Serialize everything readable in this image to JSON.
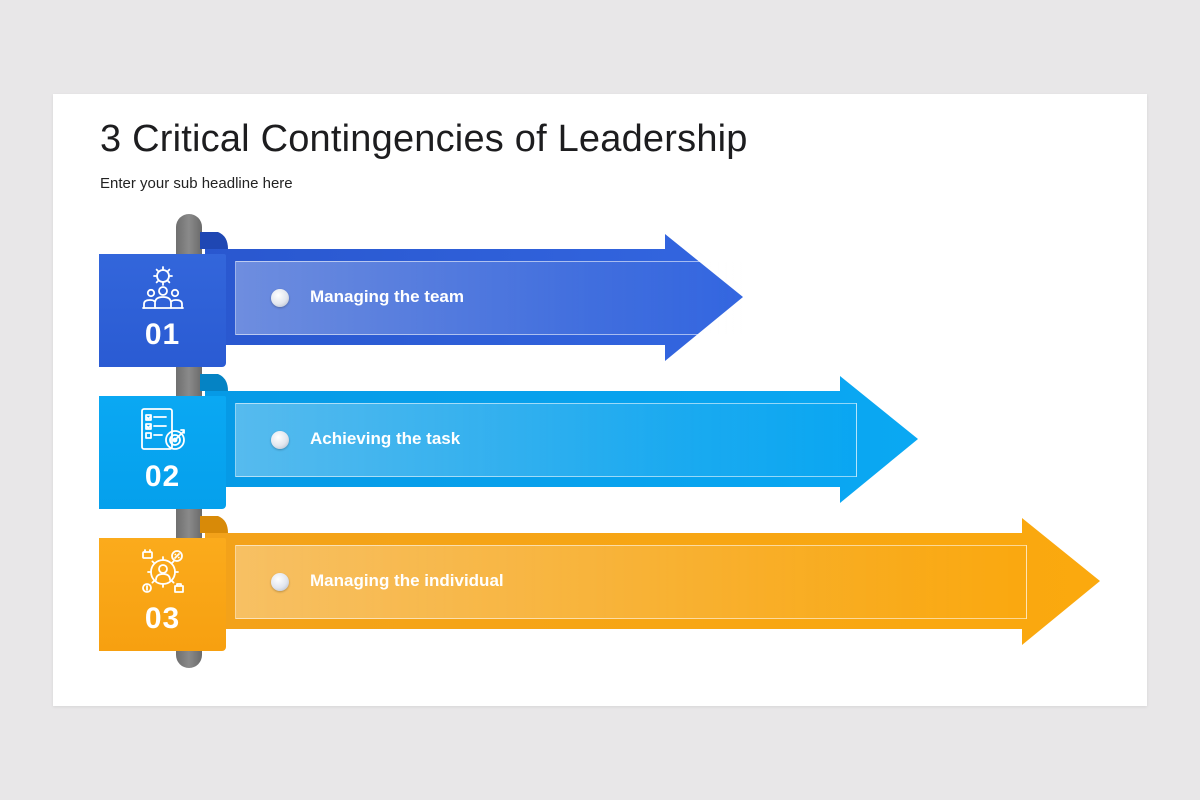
{
  "slide": {
    "title": "3 Critical Contingencies of Leadership",
    "subtitle": "Enter your sub headline here"
  },
  "items": [
    {
      "number": "01",
      "label": "Managing the team",
      "icon": "team-gear-icon",
      "color": "#2f62d8",
      "color_light": "#4a7fe6"
    },
    {
      "number": "02",
      "label": "Achieving the task",
      "icon": "checklist-target-icon",
      "color": "#07a3ef",
      "color_light": "#2cb6f6"
    },
    {
      "number": "03",
      "label": "Managing the individual",
      "icon": "person-gear-icon",
      "color": "#f9a313",
      "color_light": "#fbb83a"
    }
  ]
}
